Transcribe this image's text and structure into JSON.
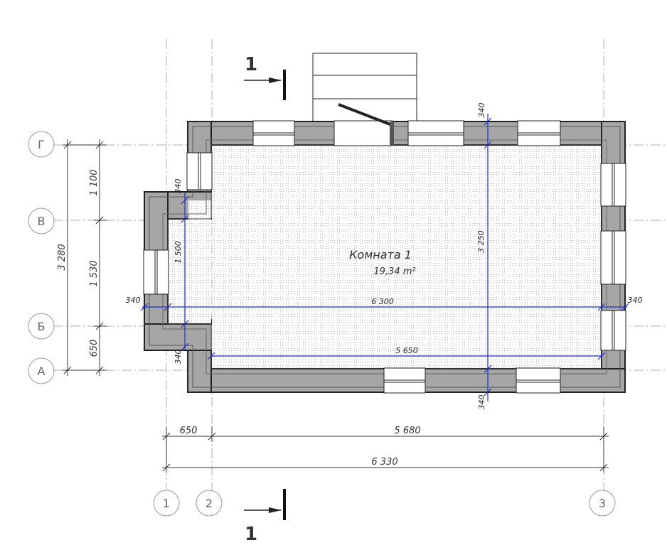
{
  "section_mark": {
    "label": "1"
  },
  "room": {
    "name": "Комната 1",
    "area": "19,34 m²"
  },
  "grid_rows": [
    "Г",
    "В",
    "Б",
    "А"
  ],
  "grid_cols": [
    "1",
    "2",
    "3"
  ],
  "left_dims": {
    "overall": "3 280",
    "segments": [
      "1 100",
      "1 530",
      "650"
    ]
  },
  "bottom_dims": {
    "segments": [
      "650",
      "5 680"
    ],
    "overall": "6 330"
  },
  "blue_dims": {
    "inner_height": "3 250",
    "bay_height": "1 500",
    "width_full": "6 300",
    "width_main": "5 650",
    "wall_top": "340",
    "wall_bottom": "340",
    "wall_left": "340",
    "wall_right": "340",
    "bay_top": "340",
    "bay_bottom": "340"
  },
  "colors": {
    "blue": "#1f2dd6",
    "wall_fill": "#a6a6a6",
    "grid": "#888888"
  }
}
